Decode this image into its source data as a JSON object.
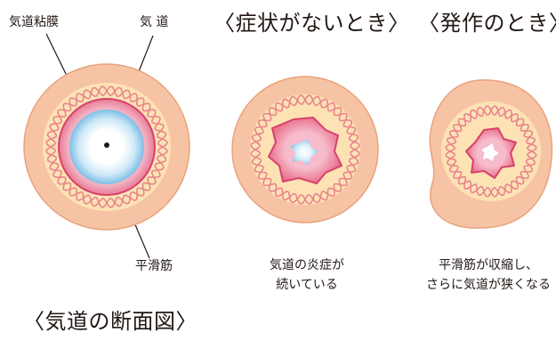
{
  "titles": {
    "no_symptoms": "〈症状がないとき〉",
    "attack": "〈発作のとき〉",
    "cross_section": "〈気道の断面図〉"
  },
  "labels": {
    "mucosa": "気道粘膜",
    "airway": "気 道",
    "smooth_muscle": "平滑筋"
  },
  "captions": {
    "no_symptoms": [
      "気道の炎症が",
      "続いている"
    ],
    "attack": [
      "平滑筋が収縮し、",
      "さらに気道が狭くなる"
    ]
  },
  "colors": {
    "outer_tissue": "#f6c4a4",
    "outer_edge": "#e8a27e",
    "submucosa": "#fde3b4",
    "smooth_muscle": "#e8848e",
    "mucosa": "#ec93a8",
    "mucosa_edge": "#d8416c",
    "lumen_blue": "#8fc9ea",
    "lumen_center": "#ffffff"
  }
}
